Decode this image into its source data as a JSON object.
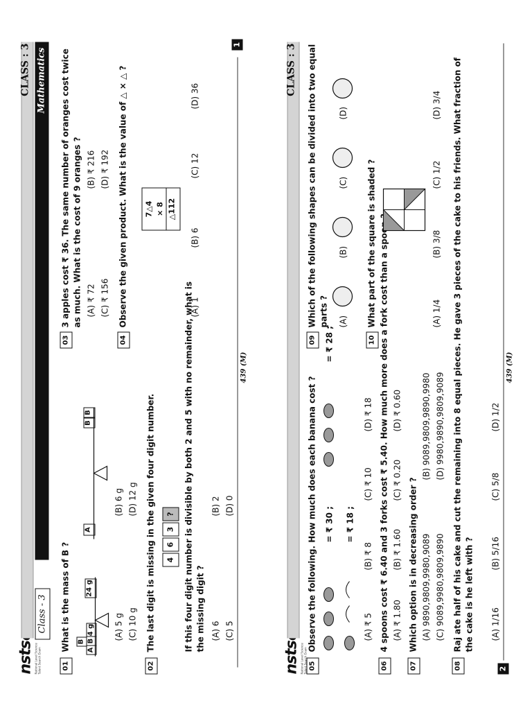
{
  "logo_text": "nstse",
  "logo_sub": "National Level Science Talent Search Exam",
  "class_label": "CLASS : 3",
  "subject": "Mathematics",
  "class_sub": "Class - 3",
  "footer_code": "439 (M)",
  "page1": "1",
  "page2": "2",
  "q01": {
    "num": "01",
    "text": "What is the mass of B ?",
    "left_b": "B",
    "left_a": "A",
    "left_b2": "B",
    "left_4g": "4 g",
    "mid_24": "24 g",
    "mid_a": "A",
    "right_b1": "B",
    "right_b2": "B",
    "a": "(A)  5 g",
    "b": "(B)  6 g",
    "c": "(C)  10 g",
    "d": "(D)  12 g"
  },
  "q02": {
    "num": "02",
    "text": "The last digit is missing in the given four digit number.",
    "d1": "4",
    "d2": "6",
    "d3": "3",
    "d4": "?",
    "para": "If this four digit number is divisible by both 2 and 5 with no remainder, what is the missing digit ?",
    "a": "(A)  6",
    "b": "(B)  2",
    "c": "(C)  5",
    "d": "(D)  0"
  },
  "q03": {
    "num": "03",
    "text": "3 apples cost ₹ 36. The same number of oranges cost twice as much. What is the cost of 9 oranges ?",
    "a": "(A)  ₹ 72",
    "b": "(B)  ₹ 216",
    "c": "(C)  ₹ 156",
    "d": "(D)  ₹ 192"
  },
  "q04": {
    "num": "04",
    "text": "Observe the given product. What is the value of △ × △ ?",
    "m1": "7△4",
    "m2": "×   8",
    "m3": "△112",
    "a": "(A)  1",
    "b": "(B)  6",
    "c": "(C)  12",
    "d": "(D)  36"
  },
  "q05": {
    "num": "05",
    "text": "Observe the following. How much does each banana cost ?",
    "eq1": "= ₹ 30 ;",
    "eq2": "= ₹ 28 ;",
    "eq3": "= ₹ 18 ;",
    "a": "(A)  ₹ 5",
    "b": "(B)  ₹ 8",
    "c": "(C)  ₹ 10",
    "d": "(D)  ₹ 18"
  },
  "q06": {
    "num": "06",
    "text": "4 spoons cost ₹ 6.40 and 3 forks cost ₹ 5.40. How much more does a fork cost than a spoon ?",
    "a": "(A)  ₹ 1.80",
    "b": "(B)  ₹ 1.60",
    "c": "(C)  ₹ 0.20",
    "d": "(D)  ₹ 0.60"
  },
  "q07": {
    "num": "07",
    "text": "Which option is in decreasing order ?",
    "a": "(A)  9890,9809,9980,9089",
    "b": "(B)  9089,9809,9890,9980",
    "c": "(C)  9089,9980,9809,9890",
    "d": "(D)  9980,9890,9809,9089"
  },
  "q08": {
    "num": "08",
    "text": "Raj ate half of his cake and cut the remaining into 8 equal pieces. He gave 3 pieces of the cake to his friends. What fraction of the cake is he left with ?",
    "a_l": "(A)",
    "a_n": "1",
    "a_d": "16",
    "b_l": "(B)",
    "b_n": "5",
    "b_d": "16",
    "c_l": "(C)",
    "c_n": "5",
    "c_d": "8",
    "d_l": "(D)",
    "d_n": "1",
    "d_d": "2"
  },
  "q09": {
    "num": "09",
    "text": "Which of the following shapes can be divided into two equal parts ?",
    "a": "(A)",
    "b": "(B)",
    "c": "(C)",
    "d": "(D)"
  },
  "q10": {
    "num": "10",
    "text": "What part of the square is shaded ?",
    "a_l": "(A)",
    "a_n": "1",
    "a_d": "4",
    "b_l": "(B)",
    "b_n": "3",
    "b_d": "8",
    "c_l": "(C)",
    "c_n": "1",
    "c_d": "2",
    "d_l": "(D)",
    "d_n": "3",
    "d_d": "4"
  }
}
